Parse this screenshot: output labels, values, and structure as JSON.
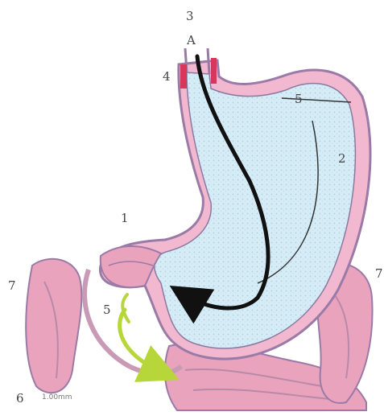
{
  "labels": {
    "top": "3",
    "top_sub": "A",
    "cardia": "4",
    "fundus": "5",
    "body": "2",
    "lesser_curve": "1",
    "left": "7",
    "right": "7",
    "pylorus": "5",
    "corner": "6",
    "scale": "1.00mm"
  },
  "colors": {
    "wall_fill": "#f2b8cf",
    "wall_stroke": "#9a7aa6",
    "lumen_fill": "#d6ecf6",
    "lumen_dots": "#b9dcea",
    "accent_red": "#d8365a",
    "arrow_black": "#111111",
    "arrow_green": "#b7d63a",
    "muscle_fill": "#e9a3bd"
  }
}
